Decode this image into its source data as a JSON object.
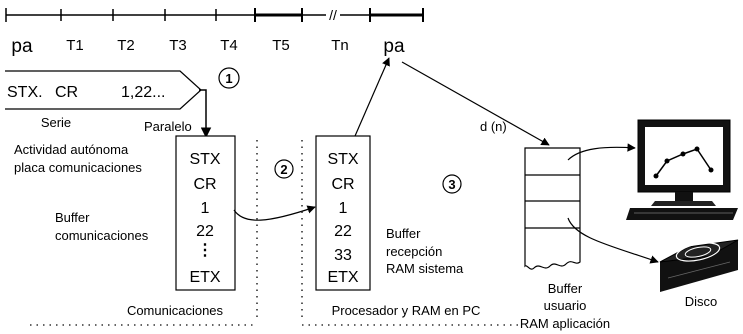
{
  "timeline": {
    "labels": [
      "pa",
      "T1",
      "T2",
      "T3",
      "T4",
      "T5",
      "Tn",
      "pa"
    ],
    "break_mark": "//"
  },
  "serial_input": {
    "fields": [
      "STX.",
      "CR",
      "1,22..."
    ],
    "caption": "Serie",
    "parallel_label": "Paralelo"
  },
  "steps": {
    "one": "1",
    "two": "2",
    "three": "3"
  },
  "comm_board": {
    "activity_label": [
      "Actividad autónoma",
      "placa comunicaciones"
    ],
    "buffer_label": [
      "Buffer",
      "comunicaciones"
    ],
    "cells": [
      "STX",
      "CR",
      "1",
      "22",
      "⋮",
      "ETX"
    ],
    "caption": "Comunicaciones"
  },
  "pc": {
    "cells": [
      "STX",
      "CR",
      "1",
      "22",
      "33",
      "ETX"
    ],
    "buffer_label": [
      "Buffer",
      "recepción",
      "RAM sistema"
    ],
    "caption": "Procesador y RAM en PC"
  },
  "transfer_label": "d (n)",
  "user_buffer": {
    "caption": [
      "Buffer",
      "usuario",
      "RAM aplicación"
    ]
  },
  "disk": {
    "caption": "Disco"
  },
  "colors": {
    "ink": "#000000",
    "dots": "#333333"
  }
}
